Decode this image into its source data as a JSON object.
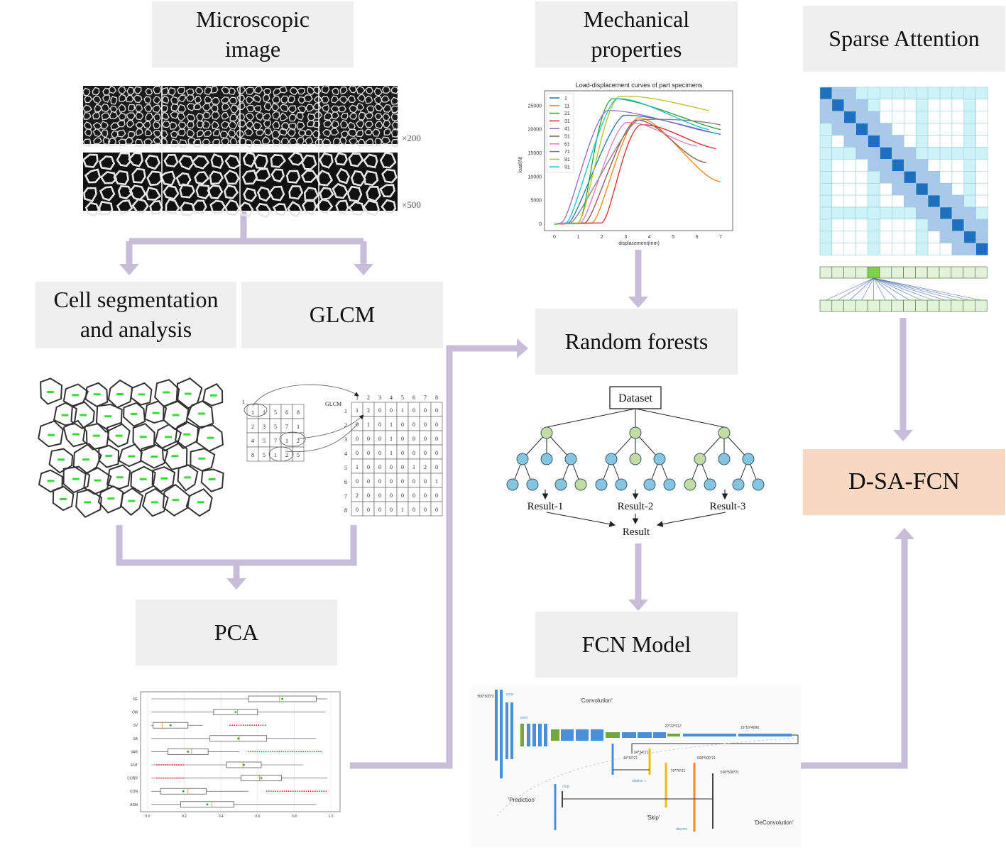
{
  "boxes": {
    "microscopic": "Microscopic\nimage",
    "mechanical": "Mechanical\nproperties",
    "sparse": "Sparse Attention",
    "cellseg": "Cell segmentation\nand analysis",
    "glcm": "GLCM",
    "random_forests": "Random forests",
    "pca": "PCA",
    "fcn": "FCN Model",
    "dsafcn": "D-SA-FCN"
  },
  "micro": {
    "mag1": "×200",
    "mag2": "×500"
  },
  "load_chart": {
    "title": "Load-displacement curves of part specimens",
    "xlabel": "displacement(mm)",
    "ylabel": "load(N)",
    "xticks": [
      "0",
      "1",
      "2",
      "3",
      "4",
      "5",
      "6",
      "7"
    ],
    "yticks": [
      "0",
      "5000",
      "10000",
      "15000",
      "20000",
      "25000"
    ],
    "legend": [
      "1",
      "11",
      "21",
      "31",
      "41",
      "51",
      "61",
      "71",
      "81",
      "91"
    ]
  },
  "glcm_panel": {
    "label": "GLCM",
    "left_matrix": [
      [
        "1",
        "1",
        "5",
        "6",
        "8"
      ],
      [
        "2",
        "3",
        "5",
        "7",
        "1"
      ],
      [
        "4",
        "5",
        "7",
        "1",
        "2"
      ],
      [
        "8",
        "5",
        "1",
        "2",
        "5"
      ]
    ],
    "right_header": [
      "1",
      "2",
      "3",
      "4",
      "5",
      "6",
      "7",
      "8"
    ],
    "right_matrix": [
      [
        "1",
        "2",
        "0",
        "0",
        "1",
        "0",
        "0",
        "0"
      ],
      [
        "0",
        "1",
        "0",
        "1",
        "0",
        "0",
        "0",
        "0"
      ],
      [
        "0",
        "0",
        "0",
        "1",
        "0",
        "0",
        "0",
        "0"
      ],
      [
        "0",
        "0",
        "0",
        "1",
        "0",
        "0",
        "0",
        "0"
      ],
      [
        "1",
        "0",
        "0",
        "0",
        "0",
        "1",
        "2",
        "0"
      ],
      [
        "0",
        "0",
        "0",
        "0",
        "0",
        "0",
        "0",
        "1"
      ],
      [
        "2",
        "0",
        "0",
        "0",
        "0",
        "0",
        "0",
        "0"
      ],
      [
        "0",
        "0",
        "0",
        "0",
        "1",
        "0",
        "0",
        "0"
      ]
    ]
  },
  "rf": {
    "dataset": "Dataset",
    "results": [
      "Result-1",
      "Result-2",
      "Result-3"
    ],
    "final": "Result"
  },
  "pca_chart": {
    "categories": [
      "SE",
      "OM",
      "SV",
      "SA",
      "VAR",
      "ENT",
      "CORR",
      "CON",
      "ASM"
    ],
    "xticks": [
      "0.0",
      "0.2",
      "0.4",
      "0.6",
      "0.8",
      "1.0"
    ]
  },
  "fcn_diagram": {
    "labels": [
      "'Convolution'",
      "'Prediction'",
      "'Skip'",
      "'DeConvolution'",
      "conv",
      "pool",
      "crop",
      "eltwise +",
      "deconv"
    ],
    "sizes": [
      "500*500*3",
      "22*22*512",
      "16*16*4096",
      "34*34*21",
      "16*16*21",
      "70*70*21",
      "500*500*21",
      "500*500*21"
    ]
  },
  "colors": {
    "box_fill": "#efefef",
    "result_fill": "#f9d8c3",
    "arrow": "#c7bcd9",
    "attn_dark": "#1f6fbf",
    "attn_mid": "#aac8ea",
    "attn_light": "#cdf3f8",
    "green": "#8fd16a",
    "node_blue": "#86c5df",
    "node_green": "#c4dba4"
  }
}
